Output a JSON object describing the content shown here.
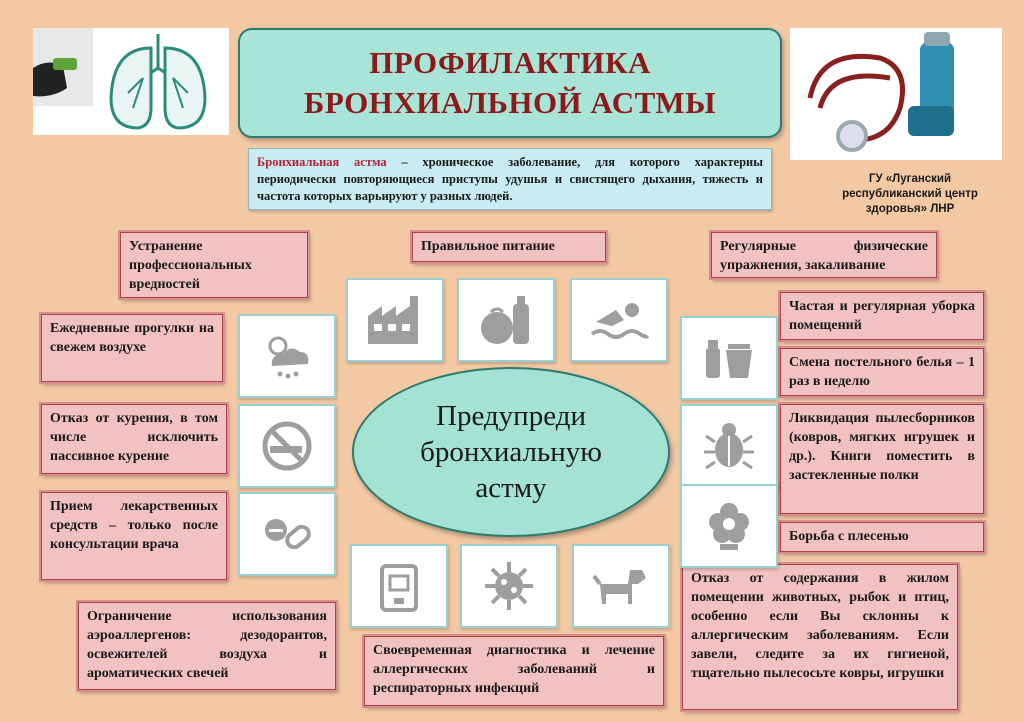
{
  "title": "ПРОФИЛАКТИКА\nБРОНХИАЛЬНОЙ АСТМЫ",
  "definition": {
    "term": "Бронхиальная астма",
    "text": " – хроническое заболевание, для которого характерны периодически повторяющиеся приступы удушья и свистящего дыхания, тяжесть и частота которых варьируют у разных людей."
  },
  "organization": "ГУ «Луганский\nреспубликанский центр\nздоровья» ЛНР",
  "center_text": "Предупреди\nбронхиальную\nастму",
  "tips": {
    "occupational": "Устранение профессиональных вредностей",
    "nutrition": "Правильное питание",
    "exercise": "Регулярные физические упражнения, закаливание",
    "walks": "Ежедневные прогулки на свежем воздухе",
    "smoking": "Отказ от курения, в том числе исключить пассивное курение",
    "medication": "Прием лекарственных средств – только после консультации врача",
    "aeroallergens": "Ограничение использования аэроаллергенов: дезодорантов, освежителей воздуха и ароматических свечей",
    "diagnostics": "Своевременная диагностика и лечение аллергических заболеваний и респираторных инфекций",
    "cleaning": "Частая и регулярная уборка помещений",
    "bedding": "Смена постельного белья – 1 раз в неделю",
    "dust": "Ликвидация пылесборников (ковров, мягких игрушек и др.). Книги поместить в застекленные полки",
    "mold": "Борьба с плесенью",
    "pets": "Отказ от содержания в жилом помещении животных, рыбок и птиц, особенно если Вы склонны к аллергическим заболеваниям. Если завели, следите за их гигиеной, тщательно пылесосьте ковры, игрушки"
  },
  "icons": [
    "factory-icon",
    "food-icon",
    "swimming-icon",
    "weather-icon",
    "no-smoking-icon",
    "pill-icon",
    "cleaning-icon",
    "bug-icon",
    "flower-icon",
    "air-purifier-icon",
    "virus-icon",
    "dog-icon",
    "lungs-icon",
    "inhaler-icon",
    "stethoscope-icon"
  ],
  "colors": {
    "background": "#f3c9a4",
    "title_bg": "#a8e4d8",
    "title_text": "#8b1a1a",
    "tip_bg": "#f2c2c2",
    "tip_border": "#a94444",
    "definition_bg": "#c9ecf3",
    "icon_gray": "#9e9e9e"
  }
}
